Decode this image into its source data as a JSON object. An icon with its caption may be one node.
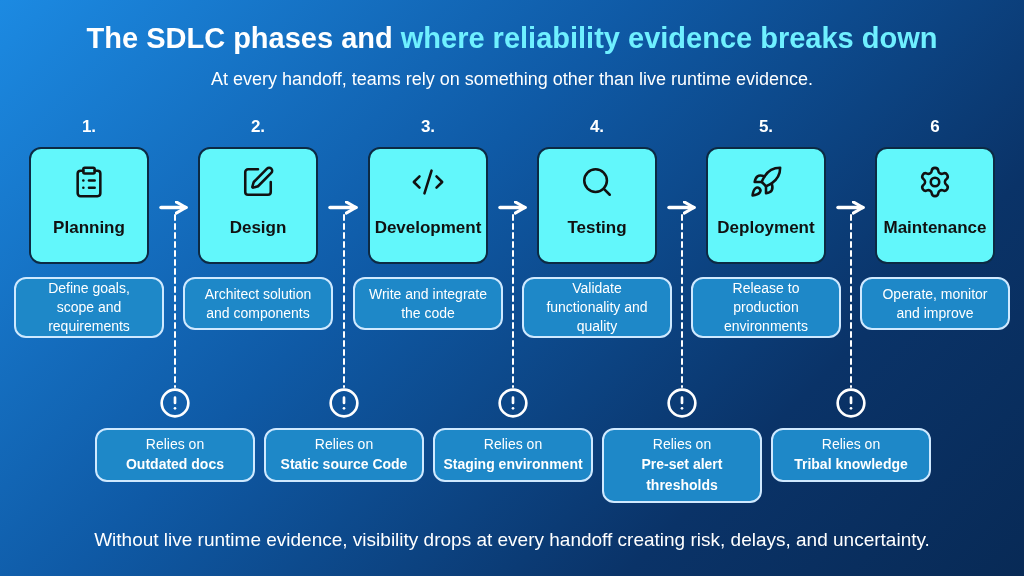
{
  "diagram": {
    "title": "The SDLC phases and **where reliability evidence breaks down**",
    "caption": "Without live runtime evidence, visibility drops at every handoff creating risk, delays, and uncertainty.",
    "labels": [
      "At every handoff, teams rely on something other than live runtime evidence."
    ],
    "nodes": [
      {
        "text": [
          "1.",
          "Planning"
        ]
      },
      {
        "text": [
          "2.",
          "Design"
        ]
      },
      {
        "text": [
          "3.",
          "Development"
        ]
      },
      {
        "text": [
          "4.",
          "Testing"
        ]
      },
      {
        "text": [
          "5.",
          "Deployment"
        ]
      },
      {
        "text": [
          "6",
          "Maintenance"
        ]
      },
      {
        "text": [
          "Define goals, scope and requirements"
        ]
      },
      {
        "text": [
          "Architect solution and components"
        ]
      },
      {
        "text": [
          "Write and integrate the code"
        ]
      },
      {
        "text": [
          "Validate functionality and quality"
        ]
      },
      {
        "text": [
          "Release to production environments"
        ]
      },
      {
        "text": [
          "Operate, monitor and improve"
        ]
      },
      {
        "text": [],
        "shape": "circle"
      },
      {
        "text": [],
        "shape": "circle"
      },
      {
        "text": [],
        "shape": "circle"
      },
      {
        "text": [],
        "shape": "circle"
      },
      {
        "text": [],
        "shape": "circle"
      },
      {
        "text": [
          "Relies on",
          "Outdated docs"
        ]
      },
      {
        "text": [
          "Relies on",
          "Static source Code"
        ]
      },
      {
        "text": [
          "Relies on",
          "Staging environment"
        ]
      },
      {
        "text": [
          "Relies on",
          "Pre-set alert thresholds"
        ]
      },
      {
        "text": [
          "Relies on",
          "Tribal knowledge"
        ]
      }
    ],
    "edges": [
      {
        "from": 0,
        "to": 1,
        "arrow": "to"
      },
      {
        "from": 1,
        "to": 2,
        "arrow": "to"
      },
      {
        "from": 2,
        "to": 3,
        "arrow": "to"
      },
      {
        "from": 3,
        "to": 4,
        "arrow": "to"
      },
      {
        "from": 4,
        "to": 5,
        "arrow": "to"
      },
      {
        "from": null,
        "to": 12,
        "arrow": "none",
        "style": "dashed"
      },
      {
        "from": null,
        "to": 13,
        "arrow": "none",
        "style": "dashed"
      },
      {
        "from": null,
        "to": 14,
        "arrow": "none",
        "style": "dashed"
      },
      {
        "from": null,
        "to": 15,
        "arrow": "none",
        "style": "dashed"
      },
      {
        "from": null,
        "to": 16,
        "arrow": "none",
        "style": "dashed"
      }
    ]
  }
}
